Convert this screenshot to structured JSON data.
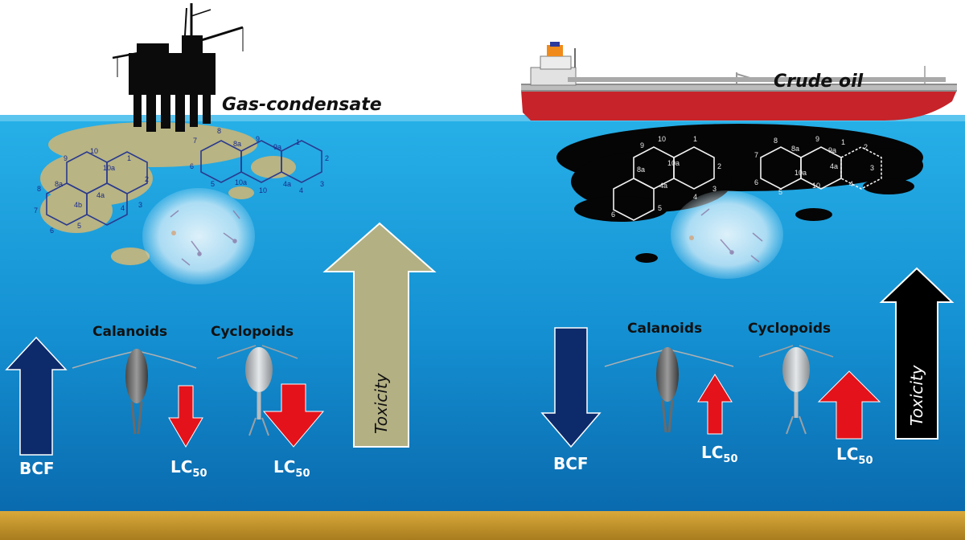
{
  "scenario_left": {
    "title": "Gas-condensate",
    "organisms": [
      "Calanoids",
      "Cyclopoids"
    ],
    "bcf": "BCF",
    "lc": "LC",
    "lc_sub": "50",
    "toxicity": "Toxicity"
  },
  "scenario_right": {
    "title": "Crude oil",
    "organisms": [
      "Calanoids",
      "Cyclopoids"
    ],
    "bcf": "BCF",
    "lc": "LC",
    "lc_sub": "50",
    "toxicity": "Toxicity"
  },
  "ring_numbers_left_a": [
    "9",
    "10",
    "10a",
    "1",
    "2",
    "3",
    "4",
    "4a",
    "4b",
    "5",
    "6",
    "7",
    "8",
    "8a"
  ],
  "ring_numbers_left_b": [
    "1",
    "2",
    "3",
    "4",
    "4a",
    "10",
    "10a",
    "5",
    "6",
    "7",
    "8",
    "8a",
    "9",
    "9a"
  ],
  "ring_numbers_right_a": [
    "9",
    "10",
    "10a",
    "1",
    "2",
    "3",
    "4",
    "4a",
    "5",
    "6",
    "8a"
  ],
  "ring_numbers_right_b": [
    "1",
    "2",
    "3",
    "4",
    "4a",
    "10",
    "10a",
    "5",
    "6",
    "7",
    "8",
    "8a",
    "9",
    "9a"
  ],
  "colors": {
    "water_top": "#1fa6df",
    "water_bottom": "#0b6fb3",
    "seabed": "#c99a2e",
    "condensate": "#b8b483",
    "oil": "#050505",
    "bcf_arrow": "#0d2a6b",
    "lc_arrow": "#e4121a",
    "toxicity_left": "#b3b083",
    "toxicity_right": "#000000"
  }
}
